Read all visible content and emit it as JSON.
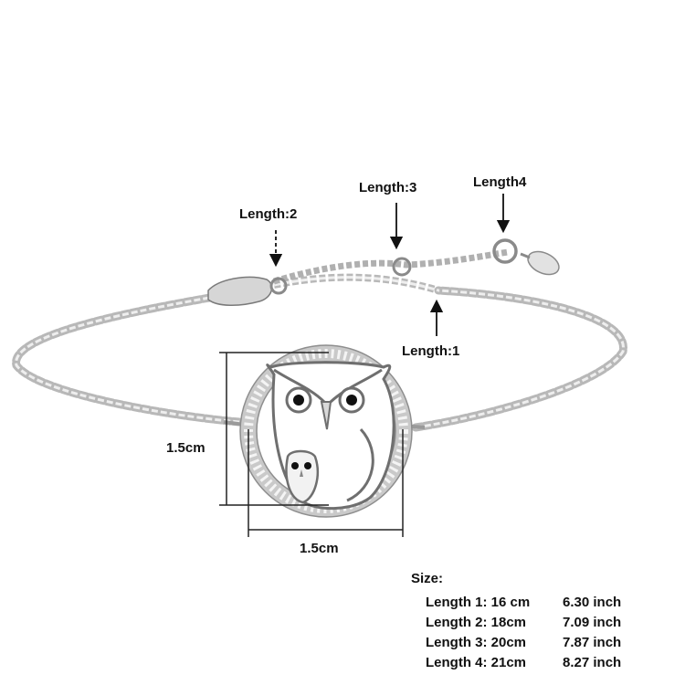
{
  "callouts": {
    "length1": "Length:1",
    "length2": "Length:2",
    "length3": "Length:3",
    "length4": "Length4"
  },
  "dimensions": {
    "height": "1.5cm",
    "width": "1.5cm"
  },
  "size_table": {
    "title": "Size:",
    "rows": [
      {
        "label": "Length 1: 16 cm",
        "inch": "6.30 inch"
      },
      {
        "label": "Length 2: 18cm",
        "inch": "7.09 inch"
      },
      {
        "label": "Length 3: 20cm",
        "inch": "7.87 inch"
      },
      {
        "label": "Length 4: 21cm",
        "inch": "8.27 inch"
      }
    ]
  },
  "colors": {
    "metal": "#c8c8c8",
    "metal_dark": "#8c8c8c",
    "arrow": "#111111"
  },
  "icons": {
    "product": "owl-pendant-bracelet-image"
  }
}
